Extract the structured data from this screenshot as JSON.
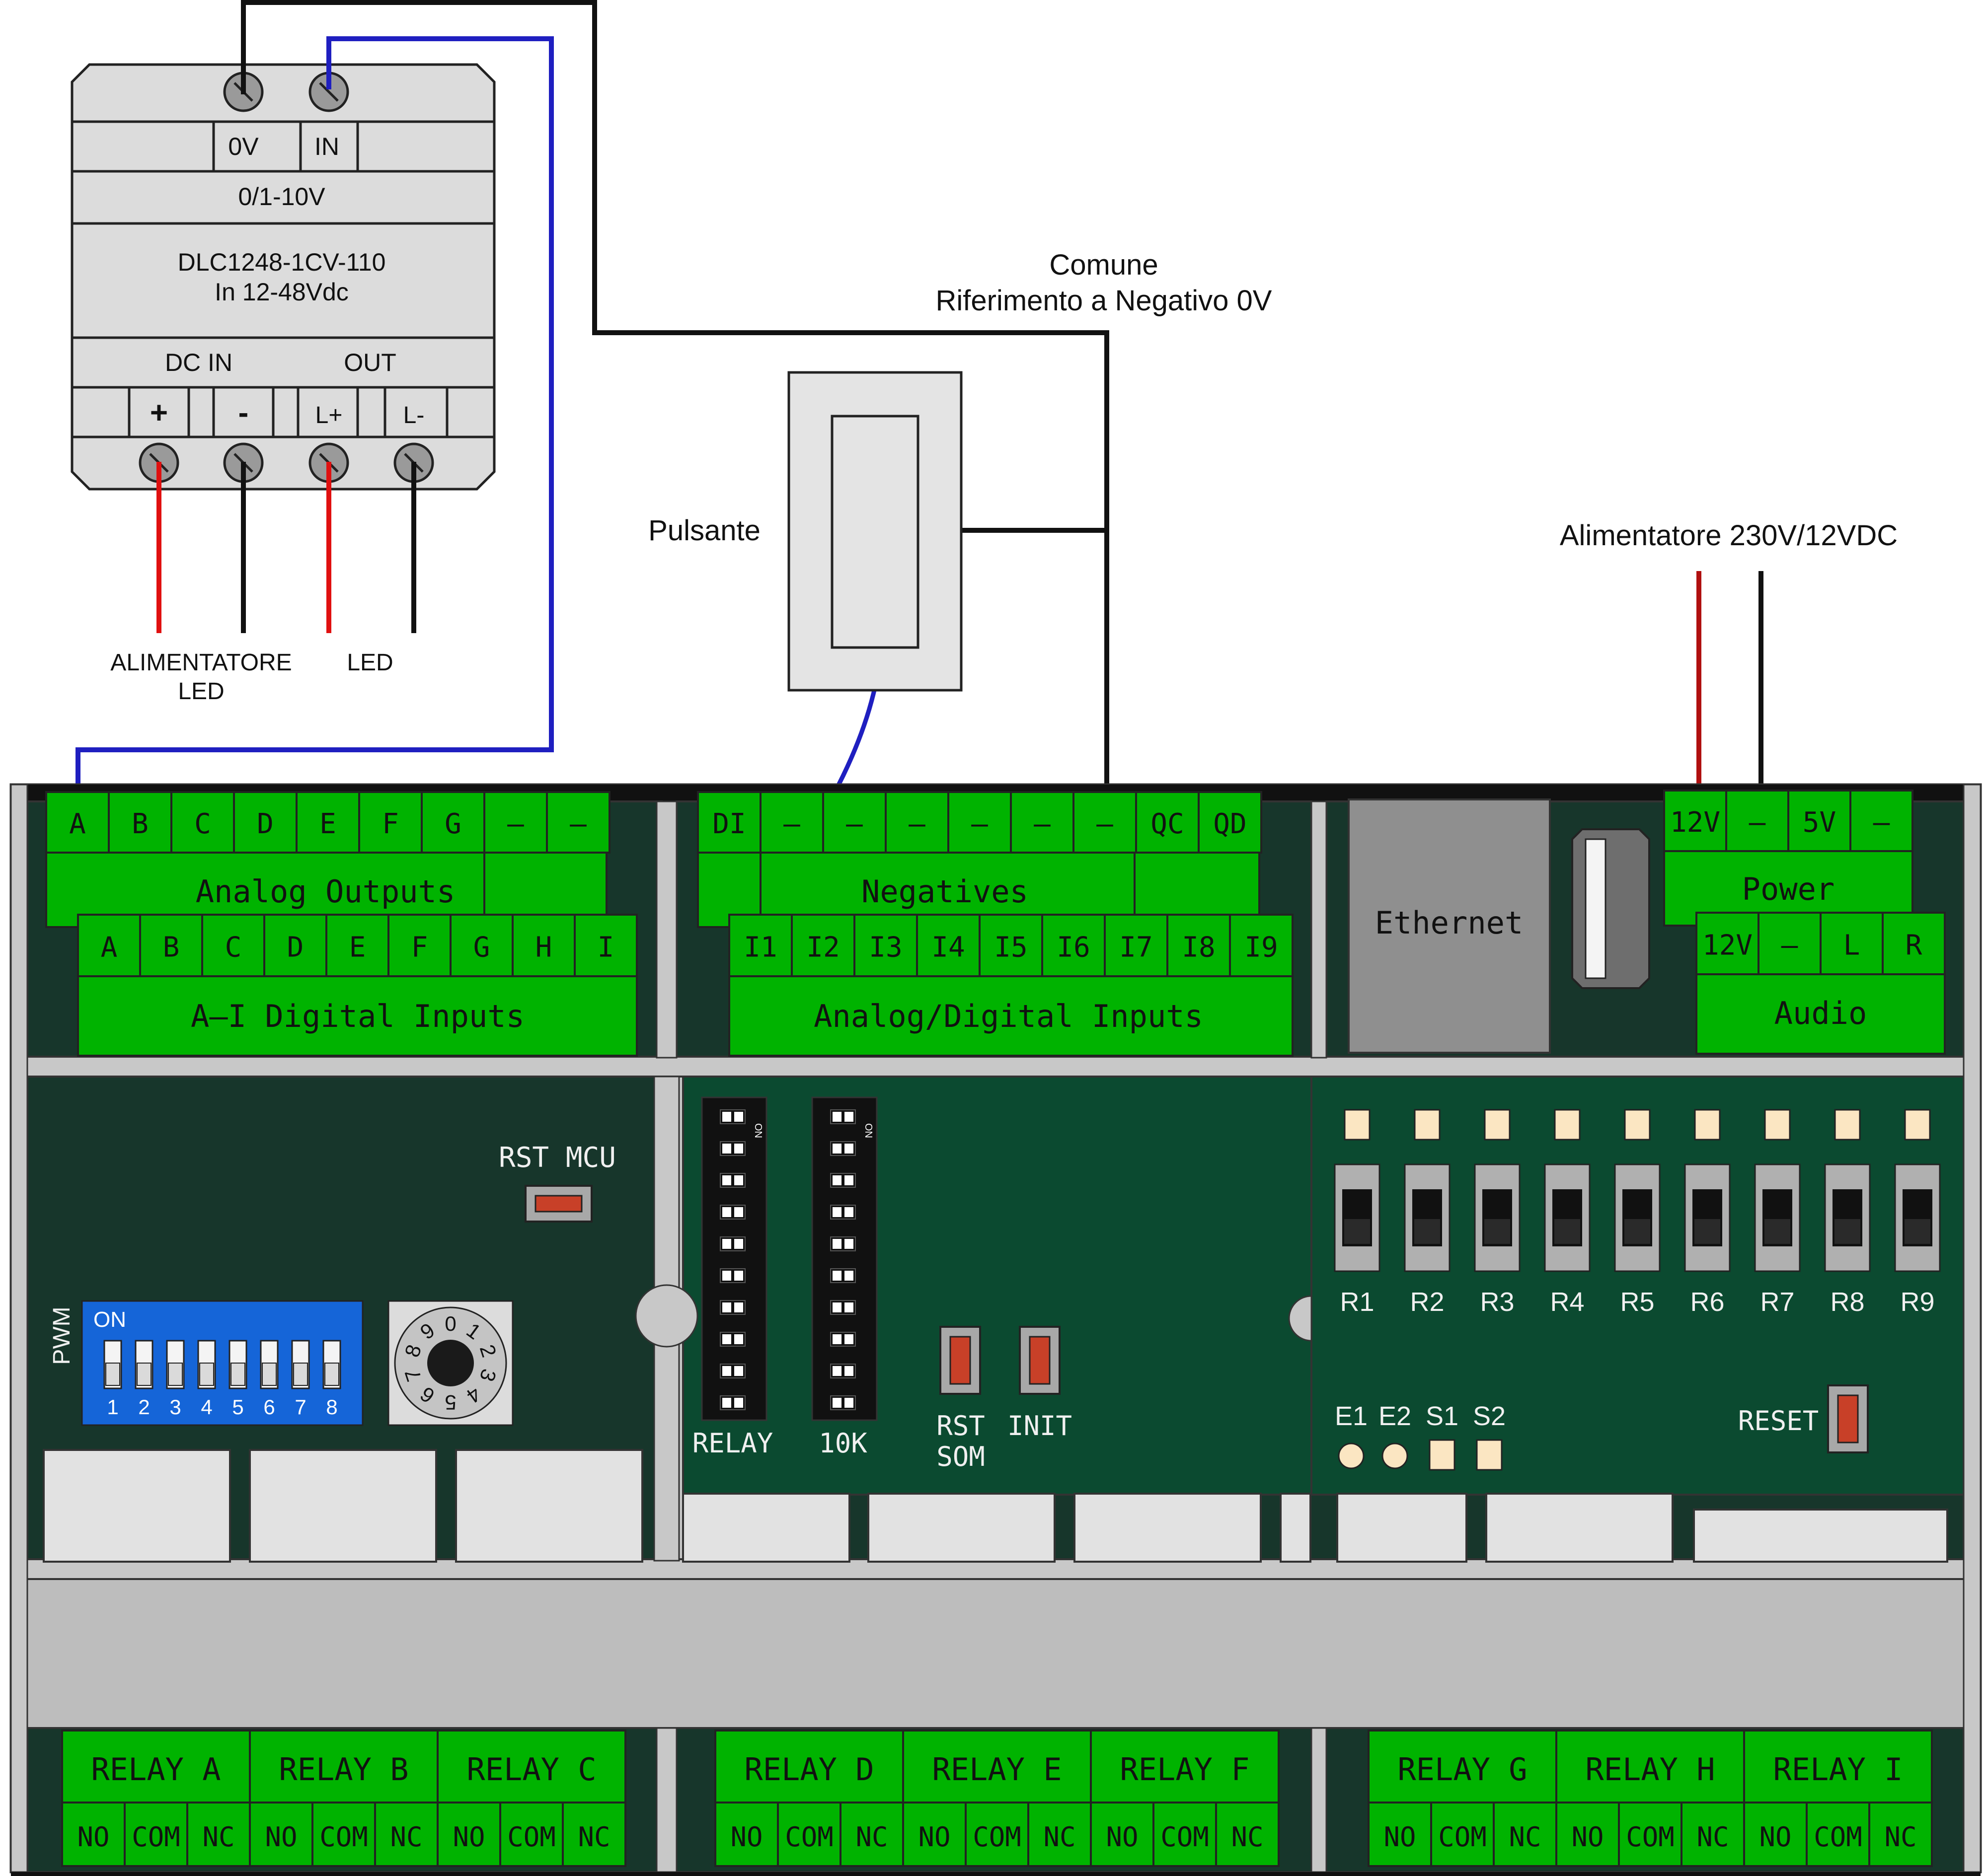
{
  "dimmer": {
    "input_labels": [
      "0V",
      "IN"
    ],
    "signal_range": "0/1-10V",
    "model": "DLC1248-1CV-110",
    "supply_range": "In 12-48Vdc",
    "dc_in_label": "DC IN",
    "out_label": "OUT",
    "terminals": [
      "+",
      "-",
      "L+",
      "L-"
    ]
  },
  "labels": {
    "common_line1": "Comune",
    "common_line2": "Riferimento a Negativo 0V",
    "button": "Pulsante",
    "psu": "Alimentatore 230V/12VDC",
    "led_psu_line1": "ALIMENTATORE",
    "led_psu_line2": "LED",
    "led": "LED"
  },
  "controller": {
    "analog_outputs": {
      "terminals": [
        "A",
        "B",
        "C",
        "D",
        "E",
        "F",
        "G",
        "–",
        "–"
      ],
      "title": "Analog Outputs"
    },
    "digital_inputs": {
      "terminals": [
        "A",
        "B",
        "C",
        "D",
        "E",
        "F",
        "G",
        "H",
        "I"
      ],
      "title": "A–I Digital Inputs"
    },
    "negatives": {
      "terminals": [
        "DI",
        "–",
        "–",
        "–",
        "–",
        "–",
        "–",
        "QC",
        "QD"
      ],
      "title": "Negatives"
    },
    "analog_digital_inputs": {
      "terminals": [
        "I1",
        "I2",
        "I3",
        "I4",
        "I5",
        "I6",
        "I7",
        "I8",
        "I9"
      ],
      "title": "Analog/Digital Inputs"
    },
    "ethernet": "Ethernet",
    "power": {
      "terminals": [
        "12V",
        "–",
        "5V",
        "–"
      ],
      "title": "Power"
    },
    "audio": {
      "terminals": [
        "12V",
        "–",
        "L",
        "R"
      ],
      "title": "Audio"
    },
    "rst_mcu": "RST MCU",
    "pwm": "PWM",
    "dip_on": "ON",
    "dip_numbers": [
      "1",
      "2",
      "3",
      "4",
      "5",
      "6",
      "7",
      "8"
    ],
    "rotary_digits": [
      "0",
      "1",
      "2",
      "3",
      "4",
      "5",
      "6",
      "7",
      "8",
      "9"
    ],
    "relay_dip": "RELAY",
    "k10_dip": "10K",
    "dip_block_on": "ON",
    "rst_som_line1": "RST",
    "rst_som_line2": "SOM",
    "init": "INIT",
    "relay_switches": [
      "R1",
      "R2",
      "R3",
      "R4",
      "R5",
      "R6",
      "R7",
      "R8",
      "R9"
    ],
    "indicators": [
      "E1",
      "E2",
      "S1",
      "S2"
    ],
    "reset": "RESET",
    "relays": [
      "RELAY A",
      "RELAY B",
      "RELAY C",
      "RELAY D",
      "RELAY E",
      "RELAY F",
      "RELAY G",
      "RELAY H",
      "RELAY I"
    ],
    "relay_contacts": [
      "NO",
      "COM",
      "NC"
    ]
  },
  "colors": {
    "terminal_green": "#00b300",
    "board_dark": "#17362b",
    "board_mid": "#0b4a30",
    "dip_blue": "#1565d8",
    "wire_blue": "#1f1fc0",
    "wire_red": "#e01010",
    "wire_darkred": "#b01010"
  }
}
